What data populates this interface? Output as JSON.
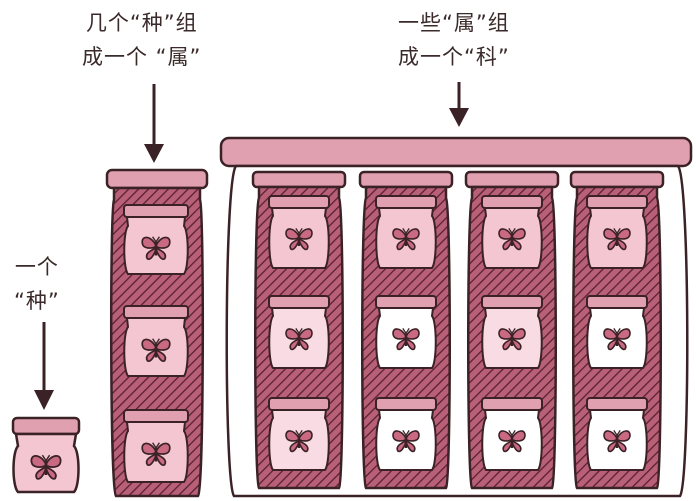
{
  "labels": {
    "species": {
      "line1": "一个",
      "line2": "“种”"
    },
    "genus": {
      "line1": "几个“种”组",
      "line2": "成一个 “属”"
    },
    "family": {
      "line1": "一些“属”组",
      "line2": "成一个“科”"
    }
  },
  "colors": {
    "ink": "#3b2226",
    "lid": "#e0a0b0",
    "jar_fill": "#f4c6d2",
    "hatch": "#8c3a4c",
    "cabinet": "#ffffff",
    "butterfly": "#3b2226"
  },
  "icons": [
    "butterfly-icon",
    "arrow-down-icon"
  ]
}
